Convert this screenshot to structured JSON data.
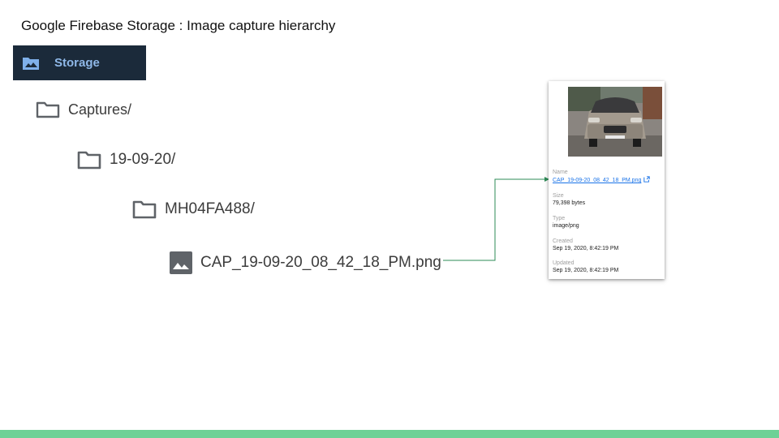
{
  "slide": {
    "title": "Google Firebase Storage : Image capture hierarchy"
  },
  "storage_header": {
    "label": "Storage",
    "icon": "folder-image-icon"
  },
  "tree": [
    {
      "label": "Captures/",
      "icon": "folder-icon"
    },
    {
      "label": "19-09-20/",
      "icon": "folder-icon"
    },
    {
      "label": "MH04FA488/",
      "icon": "folder-icon"
    },
    {
      "label": "CAP_19-09-20_08_42_18_PM.png",
      "icon": "image-icon"
    }
  ],
  "file_details": {
    "thumbnail": "car-photo",
    "name_label": "Name",
    "name_value": "CAP_19-09-20_08_42_18_PM.png",
    "size_label": "Size",
    "size_value": "79,398 bytes",
    "type_label": "Type",
    "type_value": "image/png",
    "created_label": "Created",
    "created_value": "Sep 19, 2020, 8:42:19 PM",
    "updated_label": "Updated",
    "updated_value": "Sep 19, 2020, 8:42:19 PM"
  },
  "colors": {
    "header_bg": "#1b2a3a",
    "header_text": "#8fb8e8",
    "link": "#1a73e8",
    "connector": "#2e8b57",
    "bottom_bar": "#6ed196"
  }
}
